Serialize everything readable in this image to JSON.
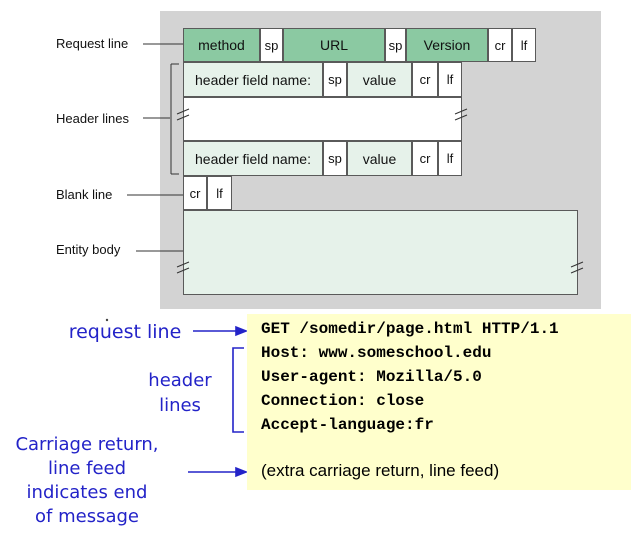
{
  "format_diagram": {
    "request_line": [
      "method",
      "sp",
      "URL",
      "sp",
      "Version",
      "cr",
      "lf"
    ],
    "header_line": [
      "header field name:",
      "sp",
      "value",
      "cr",
      "lf"
    ],
    "blank_line": [
      "cr",
      "lf"
    ],
    "labels": {
      "request_line": "Request line",
      "header_lines": "Header lines",
      "blank_line": "Blank line",
      "entity_body": "Entity body"
    }
  },
  "example": {
    "request_line_label": "request line",
    "header_lines_label_1": "header",
    "header_lines_label_2": "lines",
    "crlf_label_1": "Carriage return,",
    "crlf_label_2": "line feed",
    "crlf_label_3": "indicates end",
    "crlf_label_4": "of message",
    "lines": [
      "GET /somedir/page.html HTTP/1.1",
      "Host: www.someschool.edu",
      "User-agent: Mozilla/5.0",
      "Connection: close",
      "Accept-language:fr"
    ],
    "extra_crlf": "(extra carriage return, line feed)"
  }
}
